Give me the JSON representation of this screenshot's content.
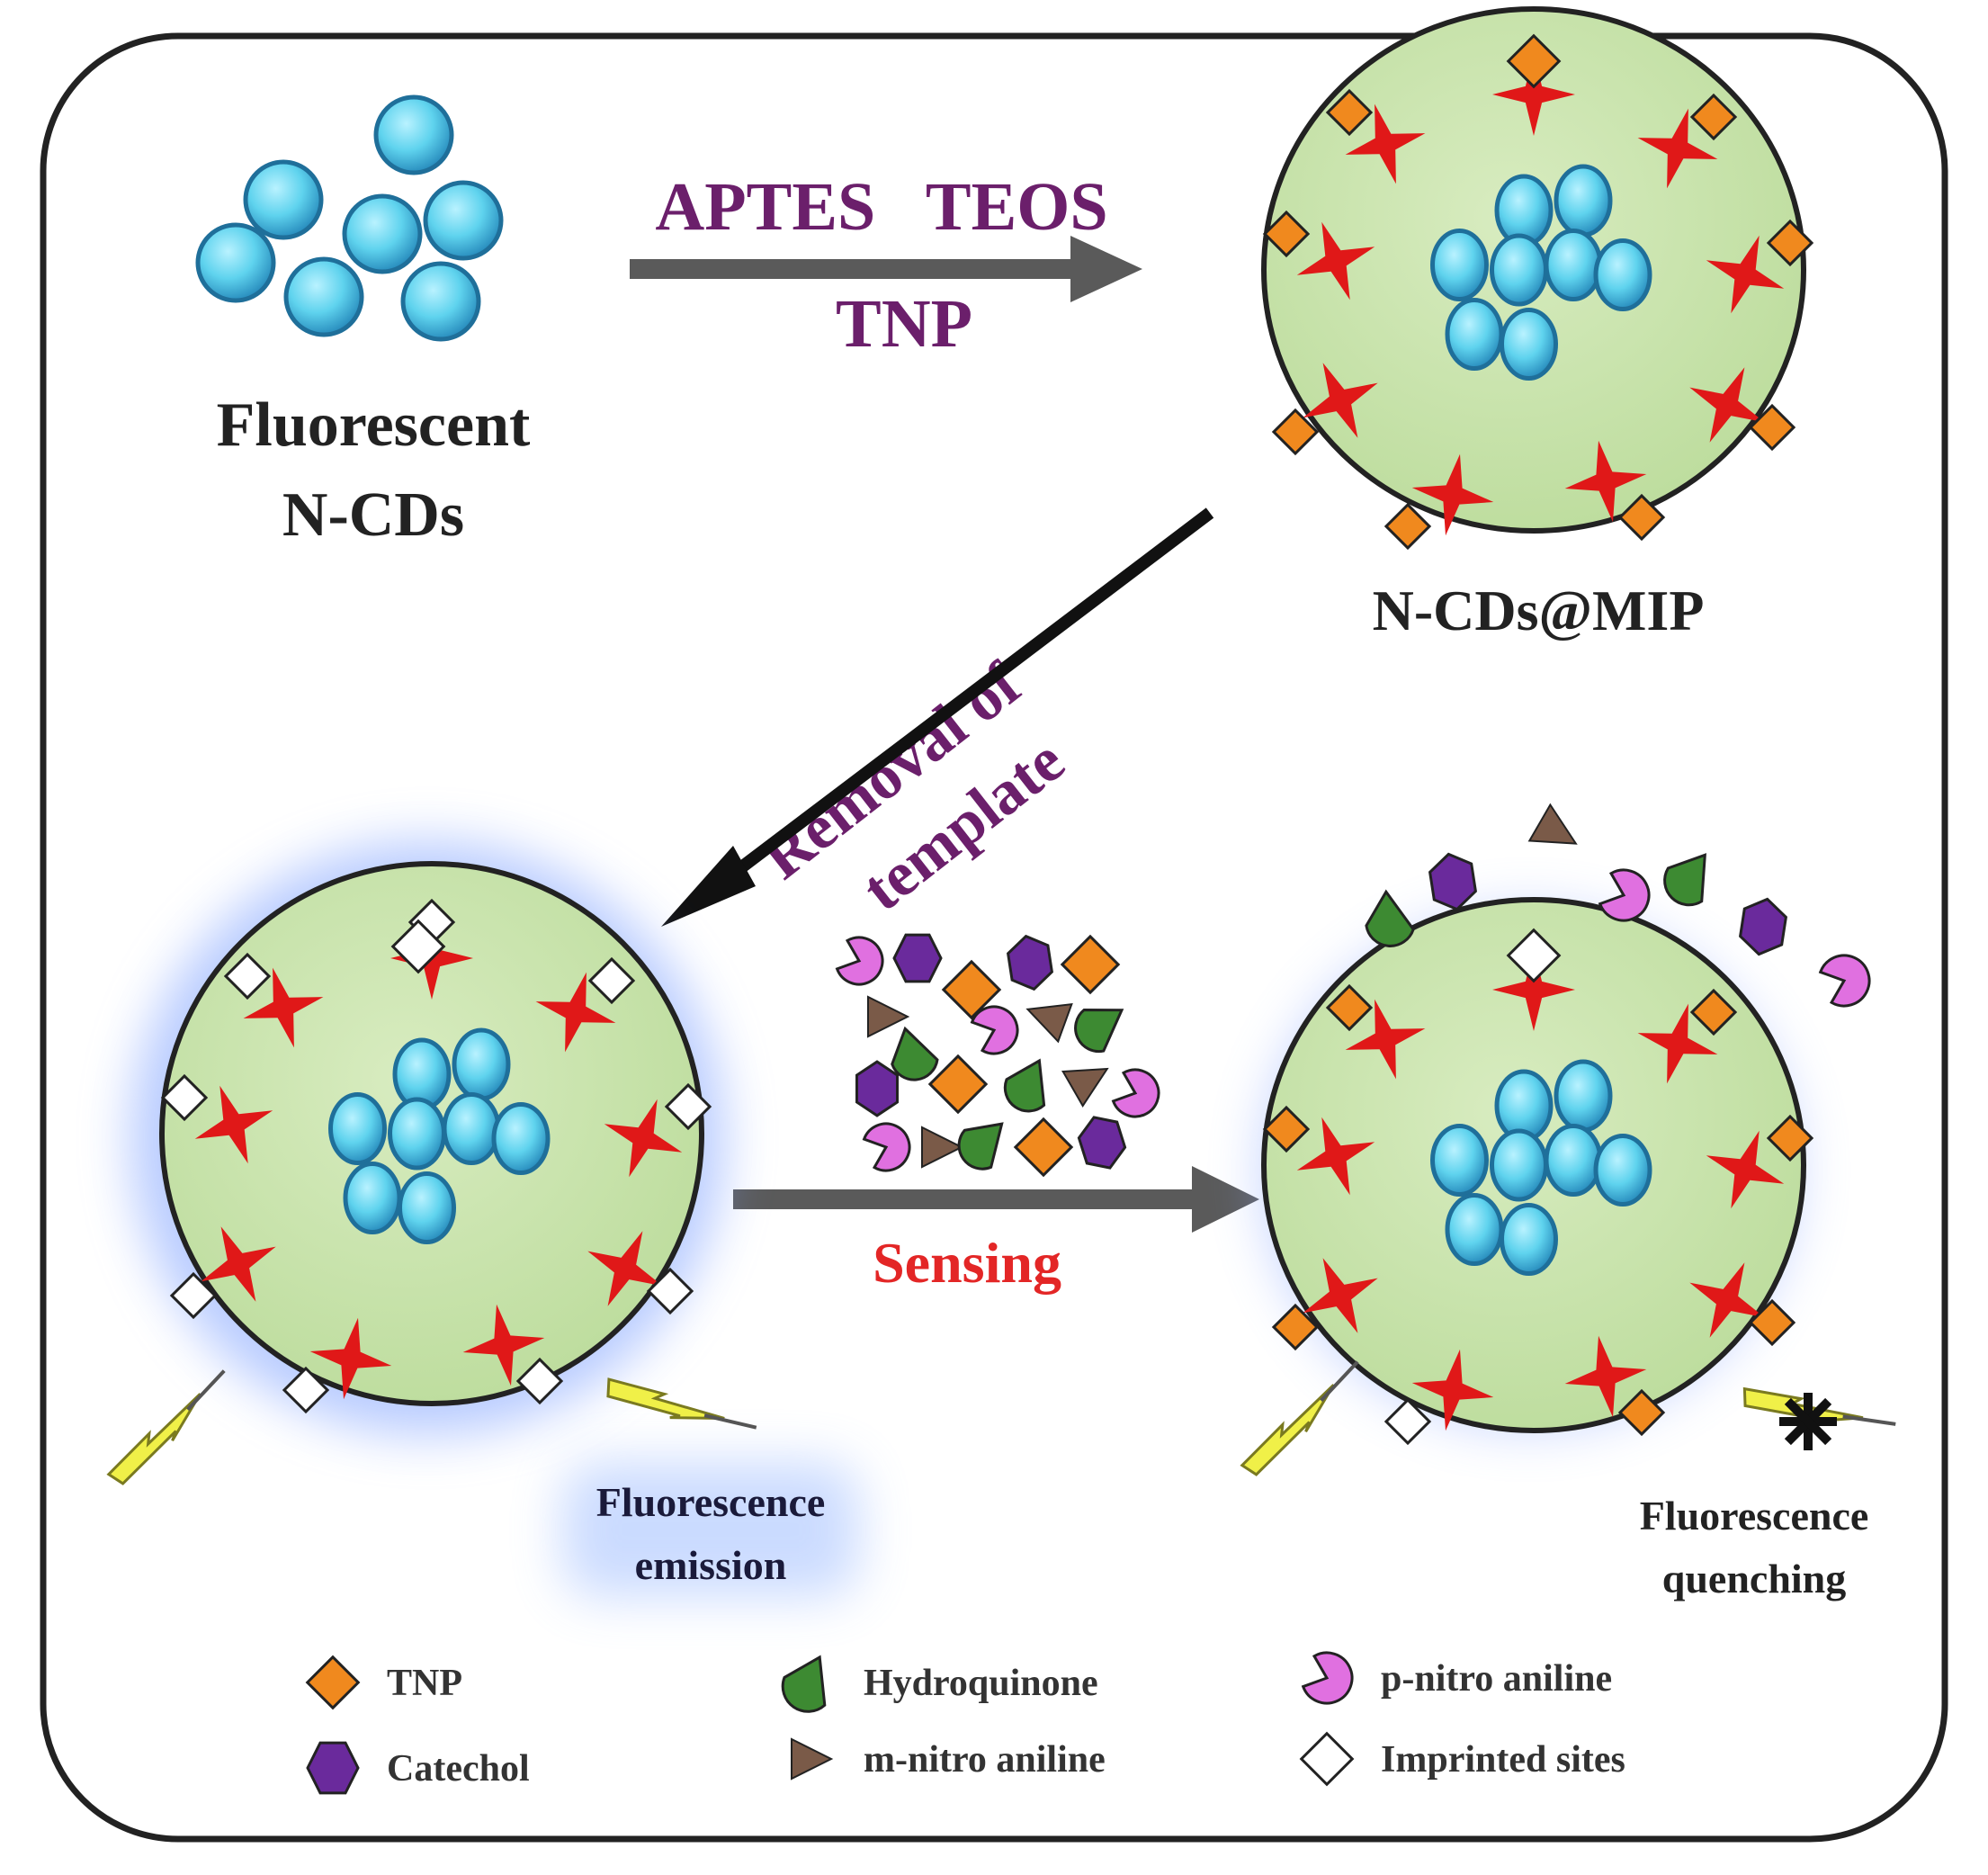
{
  "colors": {
    "frame": "#222222",
    "sphere_fill": "#cfe6b4",
    "sphere_edge": "#222222",
    "dot_fill": "#5fd3ee",
    "dot_edge": "#1f6f9a",
    "purple_text": "#6b1f6b",
    "red_text": "#e32626",
    "navy_text": "#1a1a3a",
    "star": "#e01818",
    "tnp": "#f0891e",
    "catechol": "#6a2a9c",
    "hydroquinone": "#3d8a32",
    "pnitro": "#e070e0",
    "mnitro": "#7a5a48",
    "arrow_gray": "#5a5a5a",
    "glow": "#7ea0ff",
    "bolt": "#f0f048"
  },
  "labels": {
    "ncds_line1": "Fluorescent",
    "ncds_line2": "N-CDs",
    "reagents_top": "APTES   TEOS",
    "reagents_bottom": "TNP",
    "mip_label": "N-CDs@MIP",
    "removal_line1": "Removal of",
    "removal_line2": "template",
    "sensing": "Sensing",
    "emission_line1": "Fluorescence",
    "emission_line2": "emission",
    "quenching_line1": "Fluorescence",
    "quenching_line2": "quenching"
  },
  "legend": [
    {
      "icon": "tnp-diamond-icon",
      "label": "TNP"
    },
    {
      "icon": "hydroquinone-icon",
      "label": "Hydroquinone"
    },
    {
      "icon": "p-nitro-aniline-icon",
      "label": "p-nitro aniline"
    },
    {
      "icon": "catechol-hexagon-icon",
      "label": "Catechol"
    },
    {
      "icon": "m-nitro-aniline-triangle-icon",
      "label": "m-nitro aniline"
    },
    {
      "icon": "imprinted-site-icon",
      "label": "Imprinted sites"
    }
  ]
}
